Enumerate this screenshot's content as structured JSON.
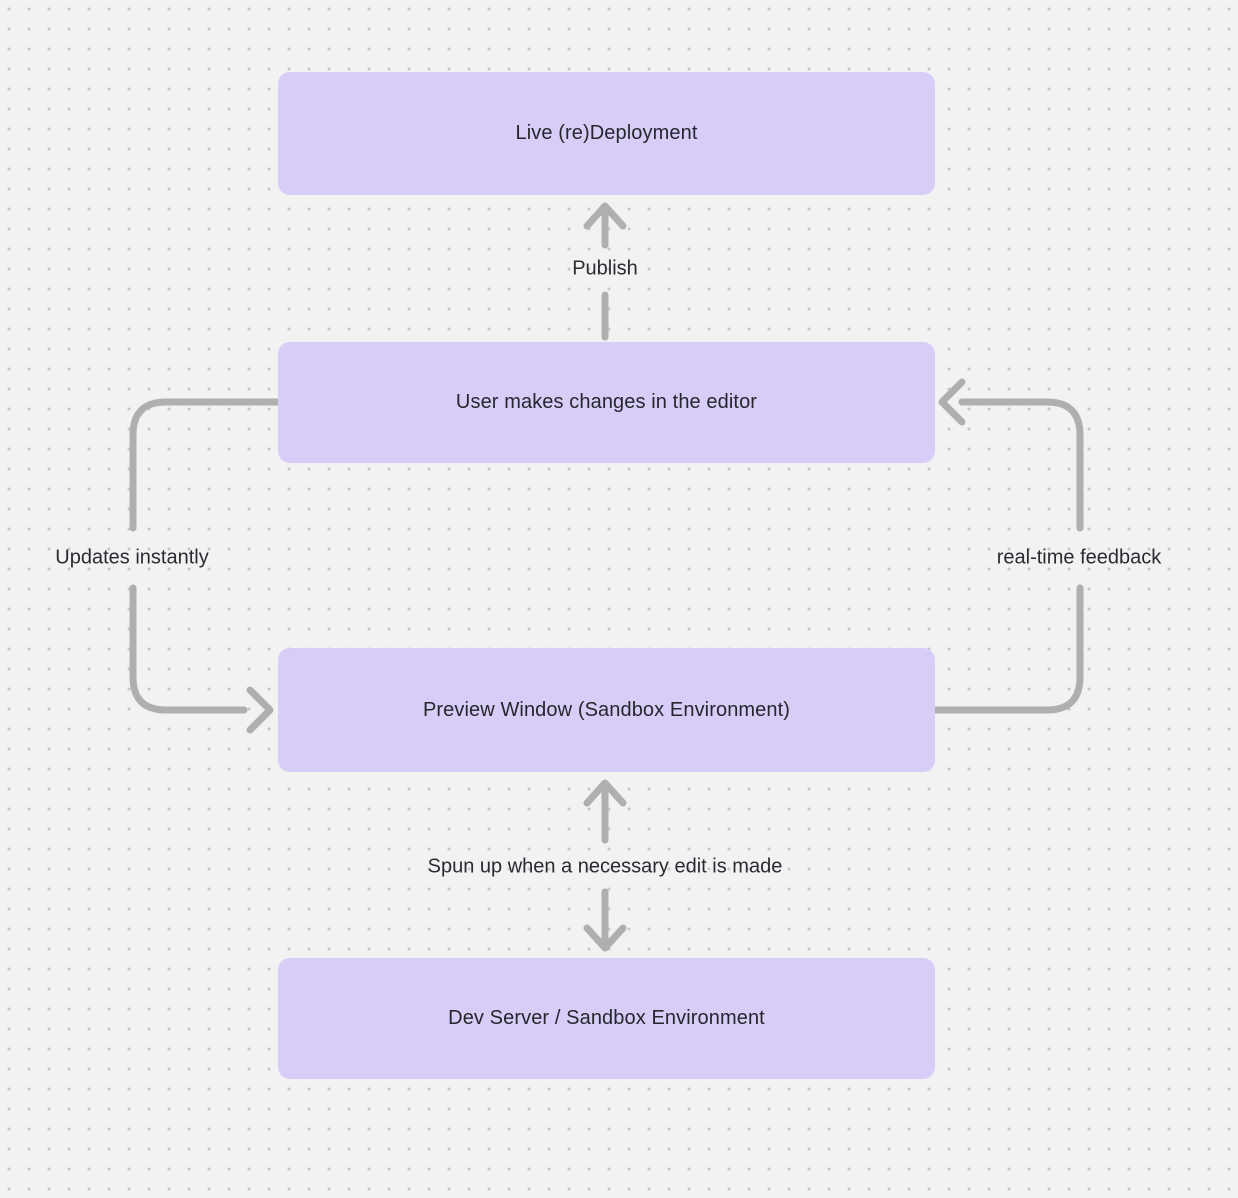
{
  "diagram": {
    "background_color": "#f2f2f2",
    "dot_color": "#c7c7c7",
    "node_fill_color": "#d7cdf7",
    "arrow_color": "#afafaf",
    "text_color": "#26262e"
  },
  "nodes": [
    {
      "id": "live-redeployment",
      "label": "Live (re)Deployment"
    },
    {
      "id": "user-editor",
      "label": "User makes changes in the editor"
    },
    {
      "id": "preview-window",
      "label": "Preview Window (Sandbox Environment)"
    },
    {
      "id": "dev-server",
      "label": "Dev Server / Sandbox Environment"
    }
  ],
  "edges": [
    {
      "id": "publish",
      "label": "Publish",
      "from": "user-editor",
      "to": "live-redeployment"
    },
    {
      "id": "updates-instantly",
      "label": "Updates instantly",
      "from": "user-editor",
      "to": "preview-window"
    },
    {
      "id": "real-time-feedback",
      "label": "real-time feedback",
      "from": "preview-window",
      "to": "user-editor"
    },
    {
      "id": "spun-up",
      "label": "Spun up when a necessary edit is made",
      "from": "dev-server",
      "to": "preview-window",
      "bidirectional": true
    }
  ]
}
